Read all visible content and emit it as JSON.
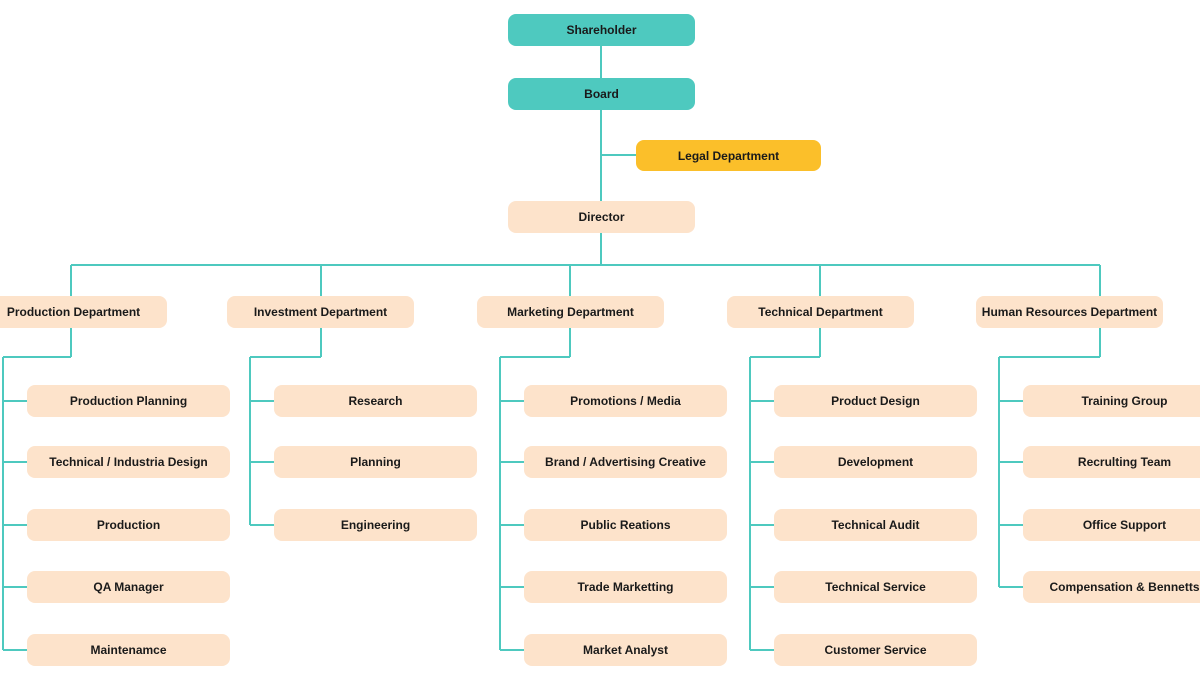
{
  "colors": {
    "connector": "#4ec9bf",
    "top_level": "#4ec9bf",
    "legal": "#fbbf2a",
    "department": "#fde3cb"
  },
  "top": {
    "shareholder": "Shareholder",
    "board": "Board",
    "legal": "Legal  Department",
    "director": "Director"
  },
  "departments": [
    {
      "name": "Production Department",
      "units": [
        "Production Planning",
        "Technical / Industria Design",
        "Production",
        "QA Manager",
        "Maintenamce"
      ]
    },
    {
      "name": "Investment Department",
      "units": [
        "Research",
        "Planning",
        "Engineering"
      ]
    },
    {
      "name": "Marketing Department",
      "units": [
        "Promotions / Media",
        "Brand / Advertising Creative",
        "Public Reations",
        "Trade Marketting",
        "Market Analyst"
      ]
    },
    {
      "name": "Technical Department",
      "units": [
        "Product Design",
        "Development",
        "Technical Audit",
        "Technical Service",
        "Customer Service"
      ]
    },
    {
      "name": "Human Resources Department",
      "units": [
        "Training Group",
        "Recrulting Team",
        "Office Support",
        "Compensation & Bennetts"
      ]
    }
  ]
}
